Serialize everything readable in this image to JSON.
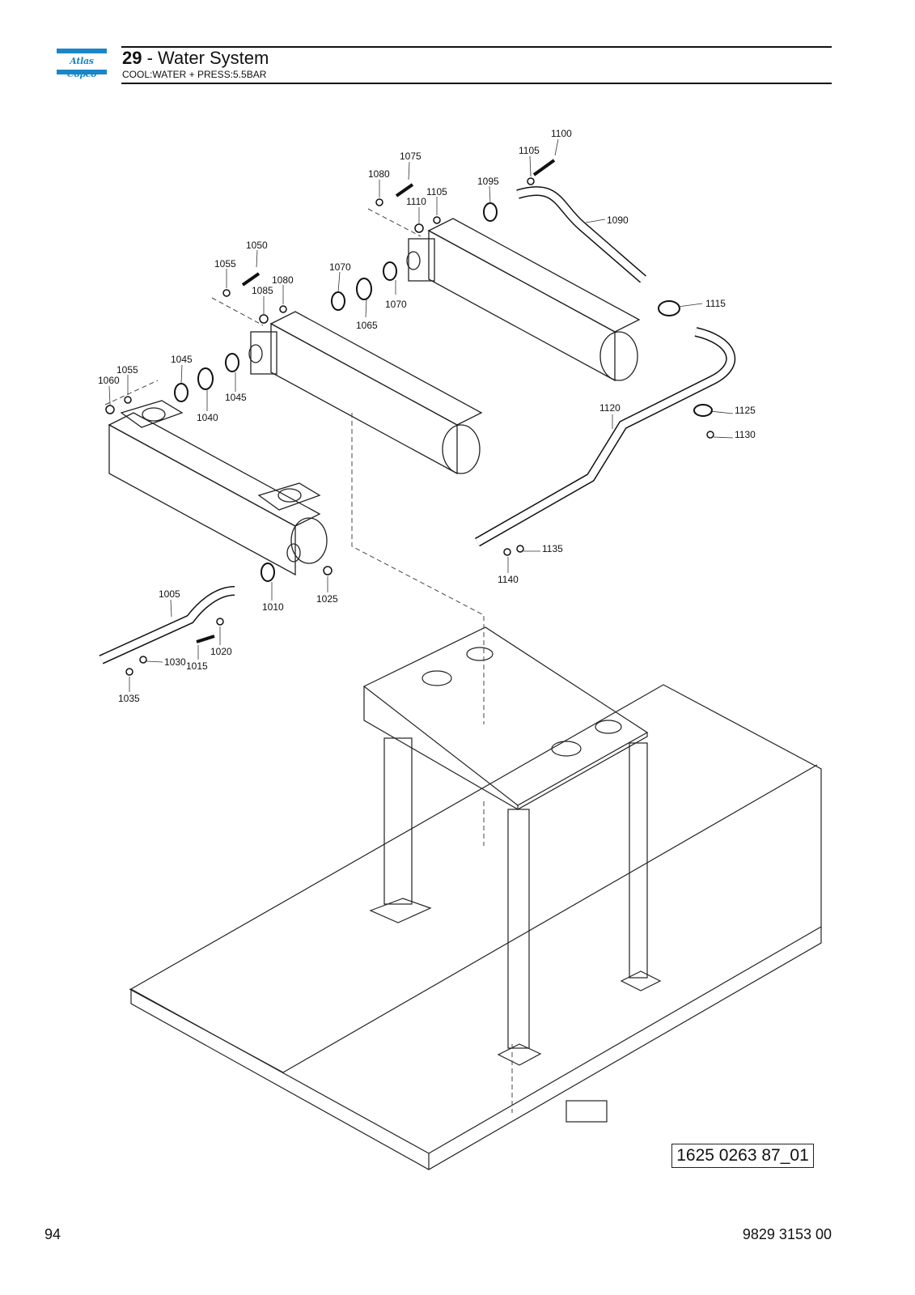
{
  "header": {
    "logo_text": "Atlas Copco",
    "section_number": "29",
    "section_title": " - Water System",
    "subtitle": "COOL:WATER + PRESS:5.5BAR"
  },
  "callouts": [
    "1100",
    "1105",
    "1075",
    "1080",
    "1105",
    "1110",
    "1095",
    "1090",
    "1050",
    "1055",
    "1080",
    "1085",
    "1070",
    "1065",
    "1070",
    "1115",
    "1055",
    "1045",
    "1060",
    "1045",
    "1040",
    "1120",
    "1125",
    "1130",
    "1135",
    "1140",
    "1005",
    "1010",
    "1025",
    "1020",
    "1015",
    "1030",
    "1035"
  ],
  "drawing_id": "1625 0263 87_01",
  "footer": {
    "page_number": "94",
    "document_number": "9829 3153 00"
  }
}
